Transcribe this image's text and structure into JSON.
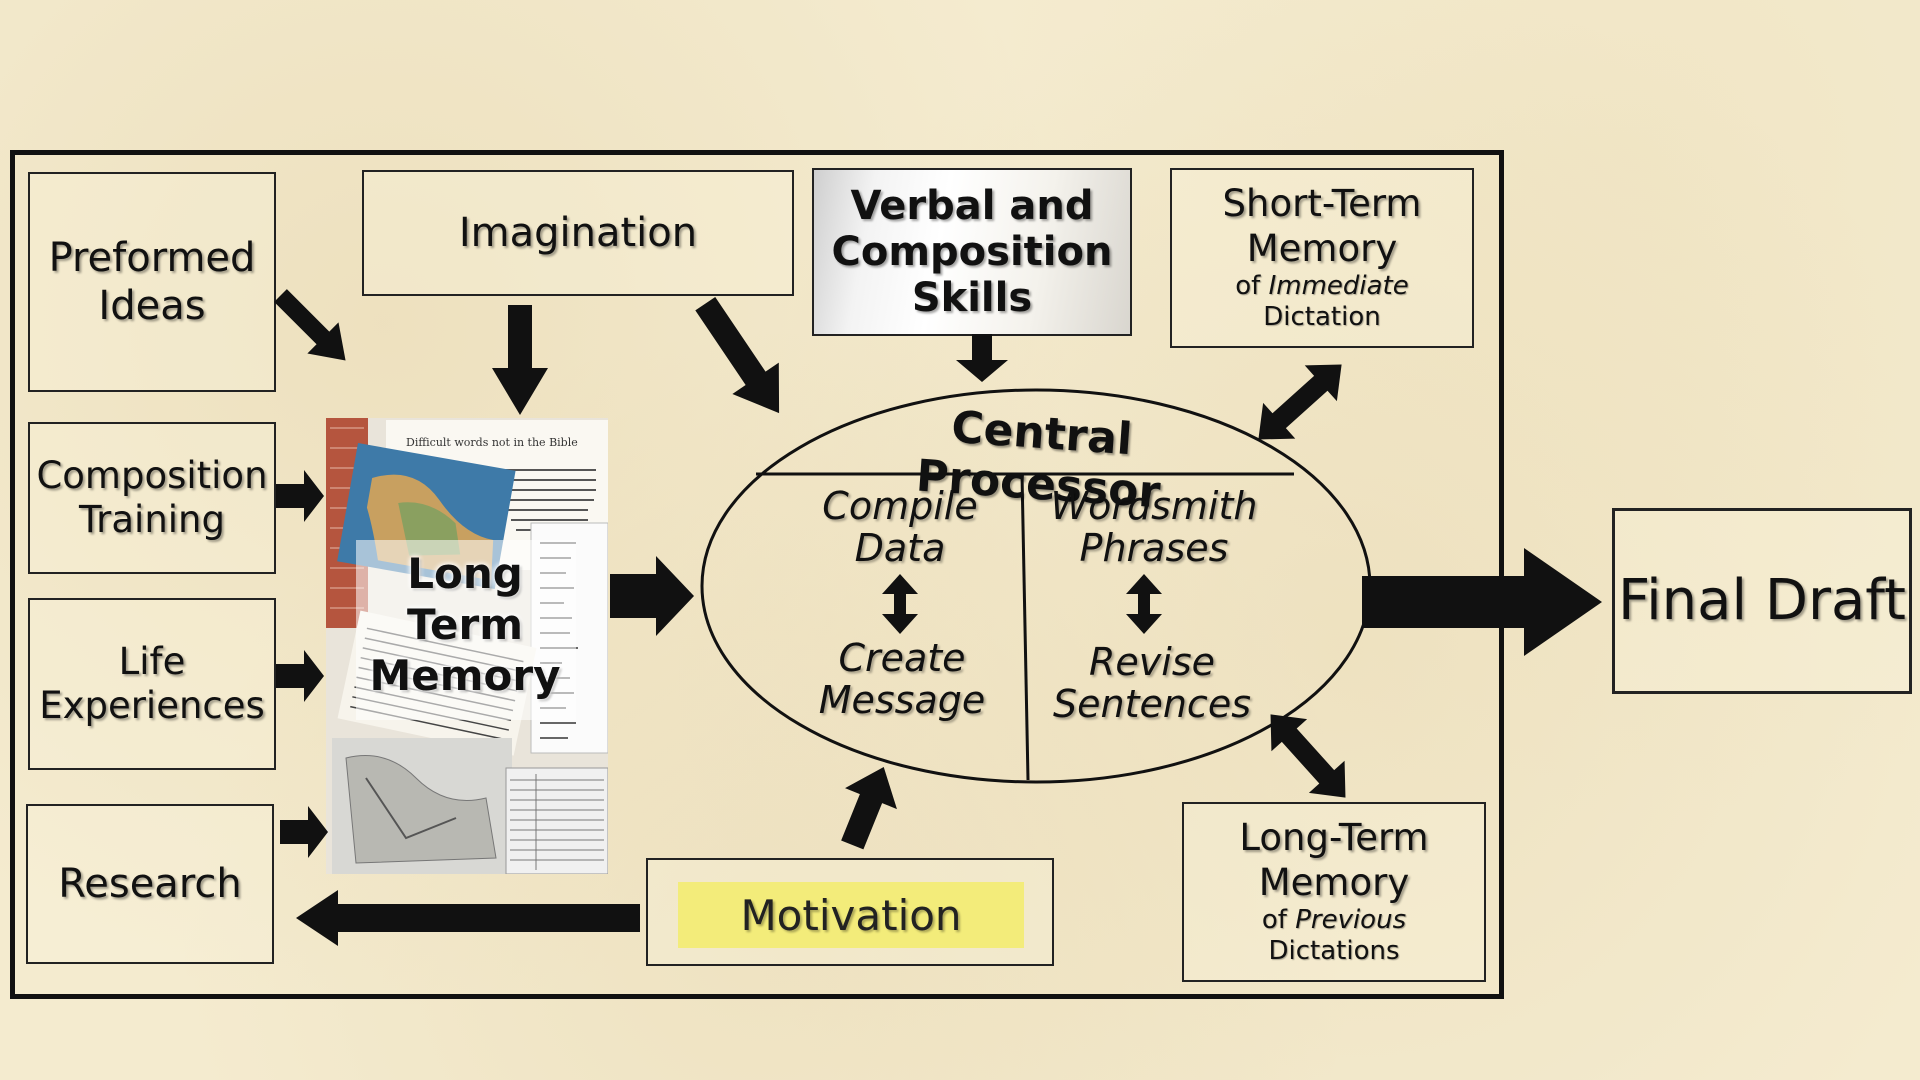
{
  "diagram": {
    "inputs": {
      "preformed_ideas": [
        "Preformed",
        "Ideas"
      ],
      "imagination": "Imagination",
      "composition_training": [
        "Composition",
        "Training"
      ],
      "life_experiences": [
        "Life",
        "Experiences"
      ],
      "research": "Research"
    },
    "verbal_skills": [
      "Verbal and",
      "Composition",
      "Skills"
    ],
    "short_term_memory": {
      "title": [
        "Short-Term",
        "Memory"
      ],
      "sub_prefix": "of",
      "sub_italic": "Immediate",
      "sub_last": "Dictation"
    },
    "long_term_memory_center": [
      "Long",
      "Term",
      "Memory"
    ],
    "central_processor": {
      "title": "Central Processor",
      "left_top": [
        "Compile",
        "Data"
      ],
      "left_bottom": [
        "Create",
        "Message"
      ],
      "right_top": [
        "Wordsmith",
        "Phrases"
      ],
      "right_bottom": [
        "Revise",
        "Sentences"
      ]
    },
    "motivation": "Motivation",
    "long_term_memory_previous": {
      "title": [
        "Long-Term",
        "Memory"
      ],
      "sub_prefix": "of",
      "sub_italic": "Previous",
      "sub_last": "Dictations"
    },
    "final_draft": "Final Draft",
    "collage_texts": {
      "doc_heading": "Difficult words not in the Bible"
    }
  }
}
